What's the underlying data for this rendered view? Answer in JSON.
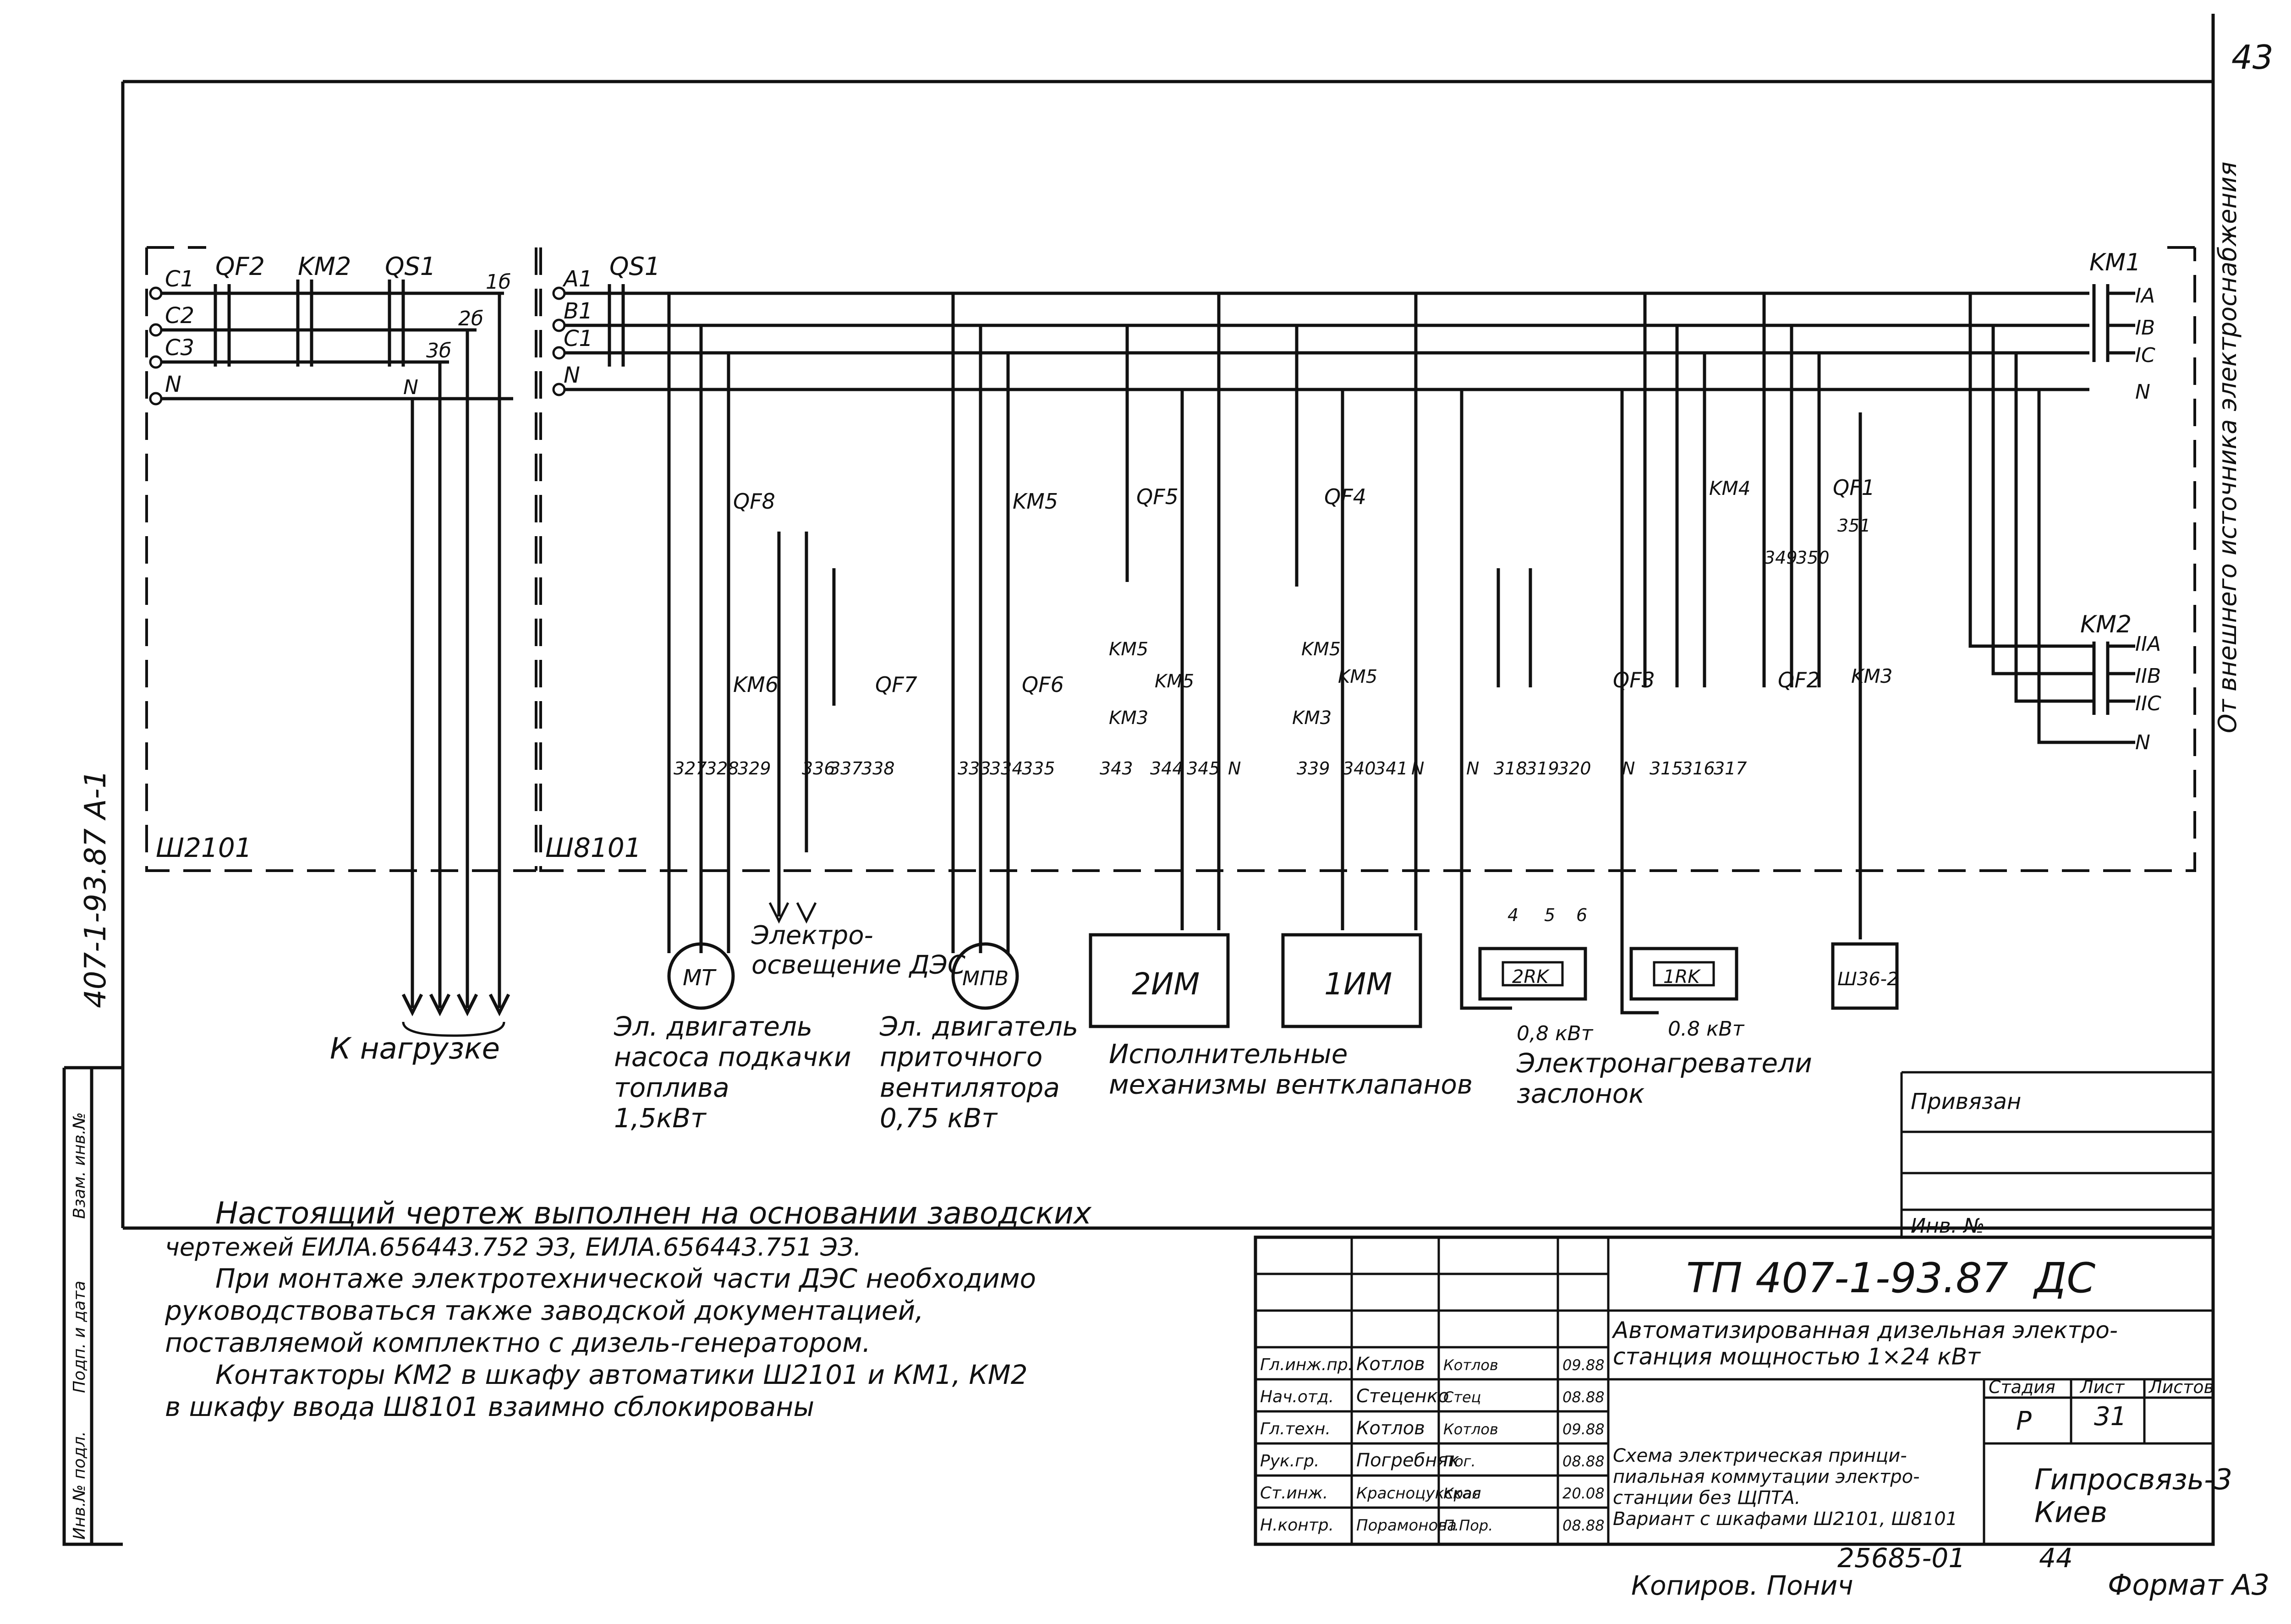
{
  "sheet": {
    "corner_number": "43",
    "side_code": "407-1-93.87 А-1"
  },
  "cabinets": {
    "left": "Ш2101",
    "right": "Ш8101"
  },
  "left_terminals": [
    "C1",
    "C2",
    "C3",
    "N"
  ],
  "left_devices": [
    "QF2",
    "KM2",
    "QS1"
  ],
  "load_wires": [
    "1б",
    "2б",
    "3б",
    "N"
  ],
  "right_terminals": [
    "A1",
    "B1",
    "C1",
    "N"
  ],
  "right_qs": "QS1",
  "ext_source": {
    "km1": "KM1",
    "km1_terms": [
      "IA",
      "IB",
      "IC",
      "N"
    ],
    "km2": "KM2",
    "km2_terms": [
      "IIA",
      "IIB",
      "IIC",
      "N"
    ],
    "label": "От внешнего источника электроснабжения"
  },
  "devices": {
    "qf8": "QF8",
    "km6": "KM6",
    "qf7": "QF7",
    "km5": "KM5",
    "qf6": "QF6",
    "qf5": "QF5",
    "qf4": "QF4",
    "km5a": "KM5",
    "km5b": "KM5",
    "km3a": "KM3",
    "km3b": "KM3",
    "km5c": "KM5",
    "km5d": "KM5",
    "km4": "KM4",
    "qf1": "QF1",
    "qf3": "QF3",
    "qf2": "QF2",
    "km3c": "KM3"
  },
  "wire_numbers": {
    "g1": [
      "327",
      "328",
      "329"
    ],
    "g2": [
      "336",
      "337",
      "338"
    ],
    "g3": [
      "333",
      "334",
      "335"
    ],
    "g4": [
      "343",
      "344",
      "345",
      "N"
    ],
    "g5": [
      "339",
      "340",
      "341",
      "N"
    ],
    "g6": [
      "N",
      "318",
      "319",
      "320"
    ],
    "g7": [
      "N",
      "315",
      "316",
      "317"
    ],
    "g8": [
      "351",
      "349",
      "350"
    ],
    "heater_terms": [
      "4",
      "5",
      "6"
    ]
  },
  "loads": {
    "to_load": "К нагрузке",
    "lighting": "Электро-\nосвещение ДЭС",
    "m1_symbol": "МТ",
    "m1_label": "Эл. двигатель\nнасоса подкачки\nтоплива\n1,5кВт",
    "m2_symbol": "МПВ",
    "m2_label": "Эл. двигатель\nприточного\nвентилятора\n0,75 кВт",
    "im2": "2ИМ",
    "im1": "1ИМ",
    "im_label": "Исполнительные\nмеханизмы вентклапанов",
    "rk2": "2RK",
    "rk1": "1RK",
    "p1": "0,8 кВт",
    "p2": "0.8 кВт",
    "heaters_label": "Электронагреватели\nзаслонок",
    "sh36": "Ш36-2"
  },
  "notes": [
    "Настоящий чертеж выполнен на основании заводских",
    "чертежей ЕИЛА.656443.752 ЭЗ, ЕИЛА.656443.751 ЭЗ.",
    "При монтаже электротехнической части ДЭС необходимо",
    "руководствоваться также заводской документацией,",
    "поставляемой комплектно с дизель-генератором.",
    "Контакторы КМ2 в шкафу автоматики Ш2101 и КМ1, КМ2",
    "в шкафу ввода Ш8101 взаимно сблокированы"
  ],
  "left_strip": [
    "Инв.№ подл.",
    "Подп. и дата",
    "Взам. инв.№"
  ],
  "title_block": {
    "privyazan": "Привязан",
    "inv": "Инв. №",
    "project": "ТП 407-1-93.87",
    "mark": "ДС",
    "object": "Автоматизированная дизельная электро-\nстанция мощностью 1×24 кВт",
    "roles": [
      {
        "role": "Гл.инж.пр.",
        "name": "Котлов",
        "sign": "Котлов",
        "date": "09.88"
      },
      {
        "role": "Нач.отд.",
        "name": "Стеценко",
        "sign": "Стец",
        "date": "08.88"
      },
      {
        "role": "Гл.техн.",
        "name": "Котлов",
        "sign": "Котлов",
        "date": "09.88"
      },
      {
        "role": "Рук.гр.",
        "name": "Погребняк",
        "sign": "Пог.",
        "date": "08.88"
      },
      {
        "role": "Ст.инж.",
        "name": "Красноцукская",
        "sign": "Крас",
        "date": "20.08"
      },
      {
        "role": "Н.контр.",
        "name": "Порамонова",
        "sign": "П.Пор.",
        "date": "08.88"
      }
    ],
    "stage_h": "Стадия",
    "sheet_h": "Лист",
    "sheets_h": "Листов",
    "stage": "Р",
    "sheet": "31",
    "drawing": "Схема электрическая принци-\nпиальная коммутации электро-\nстанции без ЩПТА.\nВариант с шкафами Ш2101, Ш8101",
    "org": "Гипросвязь-3\nКиев",
    "number": "25685-01",
    "page": "44",
    "copied": "Копиров. Понич",
    "format": "Формат А3"
  }
}
